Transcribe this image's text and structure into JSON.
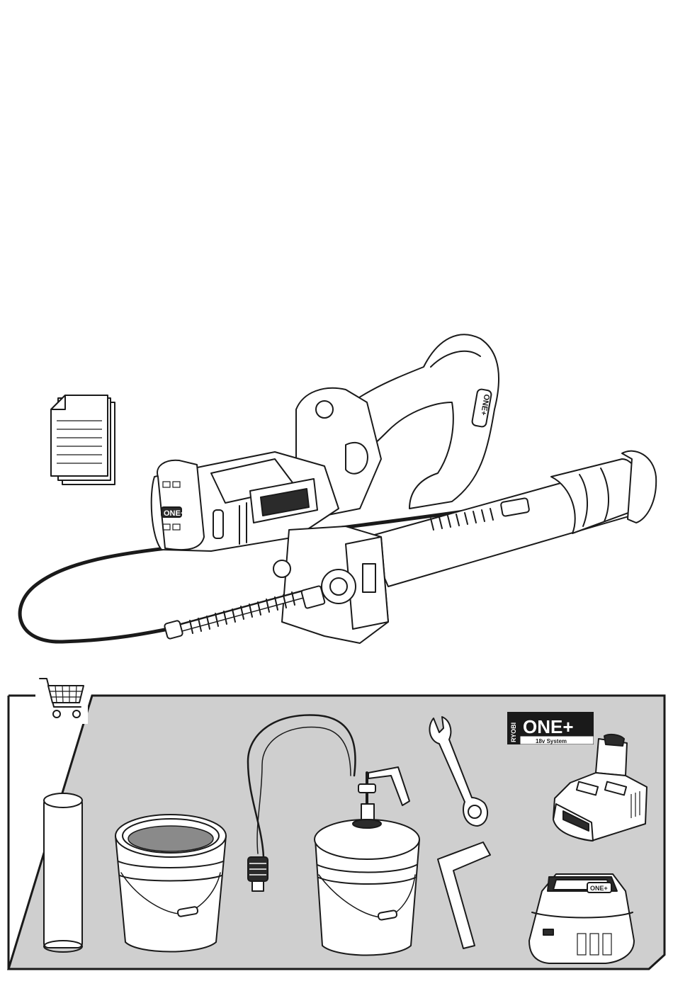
{
  "product_badge": {
    "brand": "RYOBI",
    "name": "ONE+",
    "tagline": "18v System"
  },
  "tool_badge": {
    "text": "ONE+"
  },
  "charger_badge": {
    "text": "ONE+"
  },
  "colors": {
    "line": "#1a1a1a",
    "accessory_panel_bg": "#cfcfcf",
    "page_bg": "#ffffff"
  },
  "icons": [
    "documents-icon",
    "shopping-cart-icon"
  ]
}
